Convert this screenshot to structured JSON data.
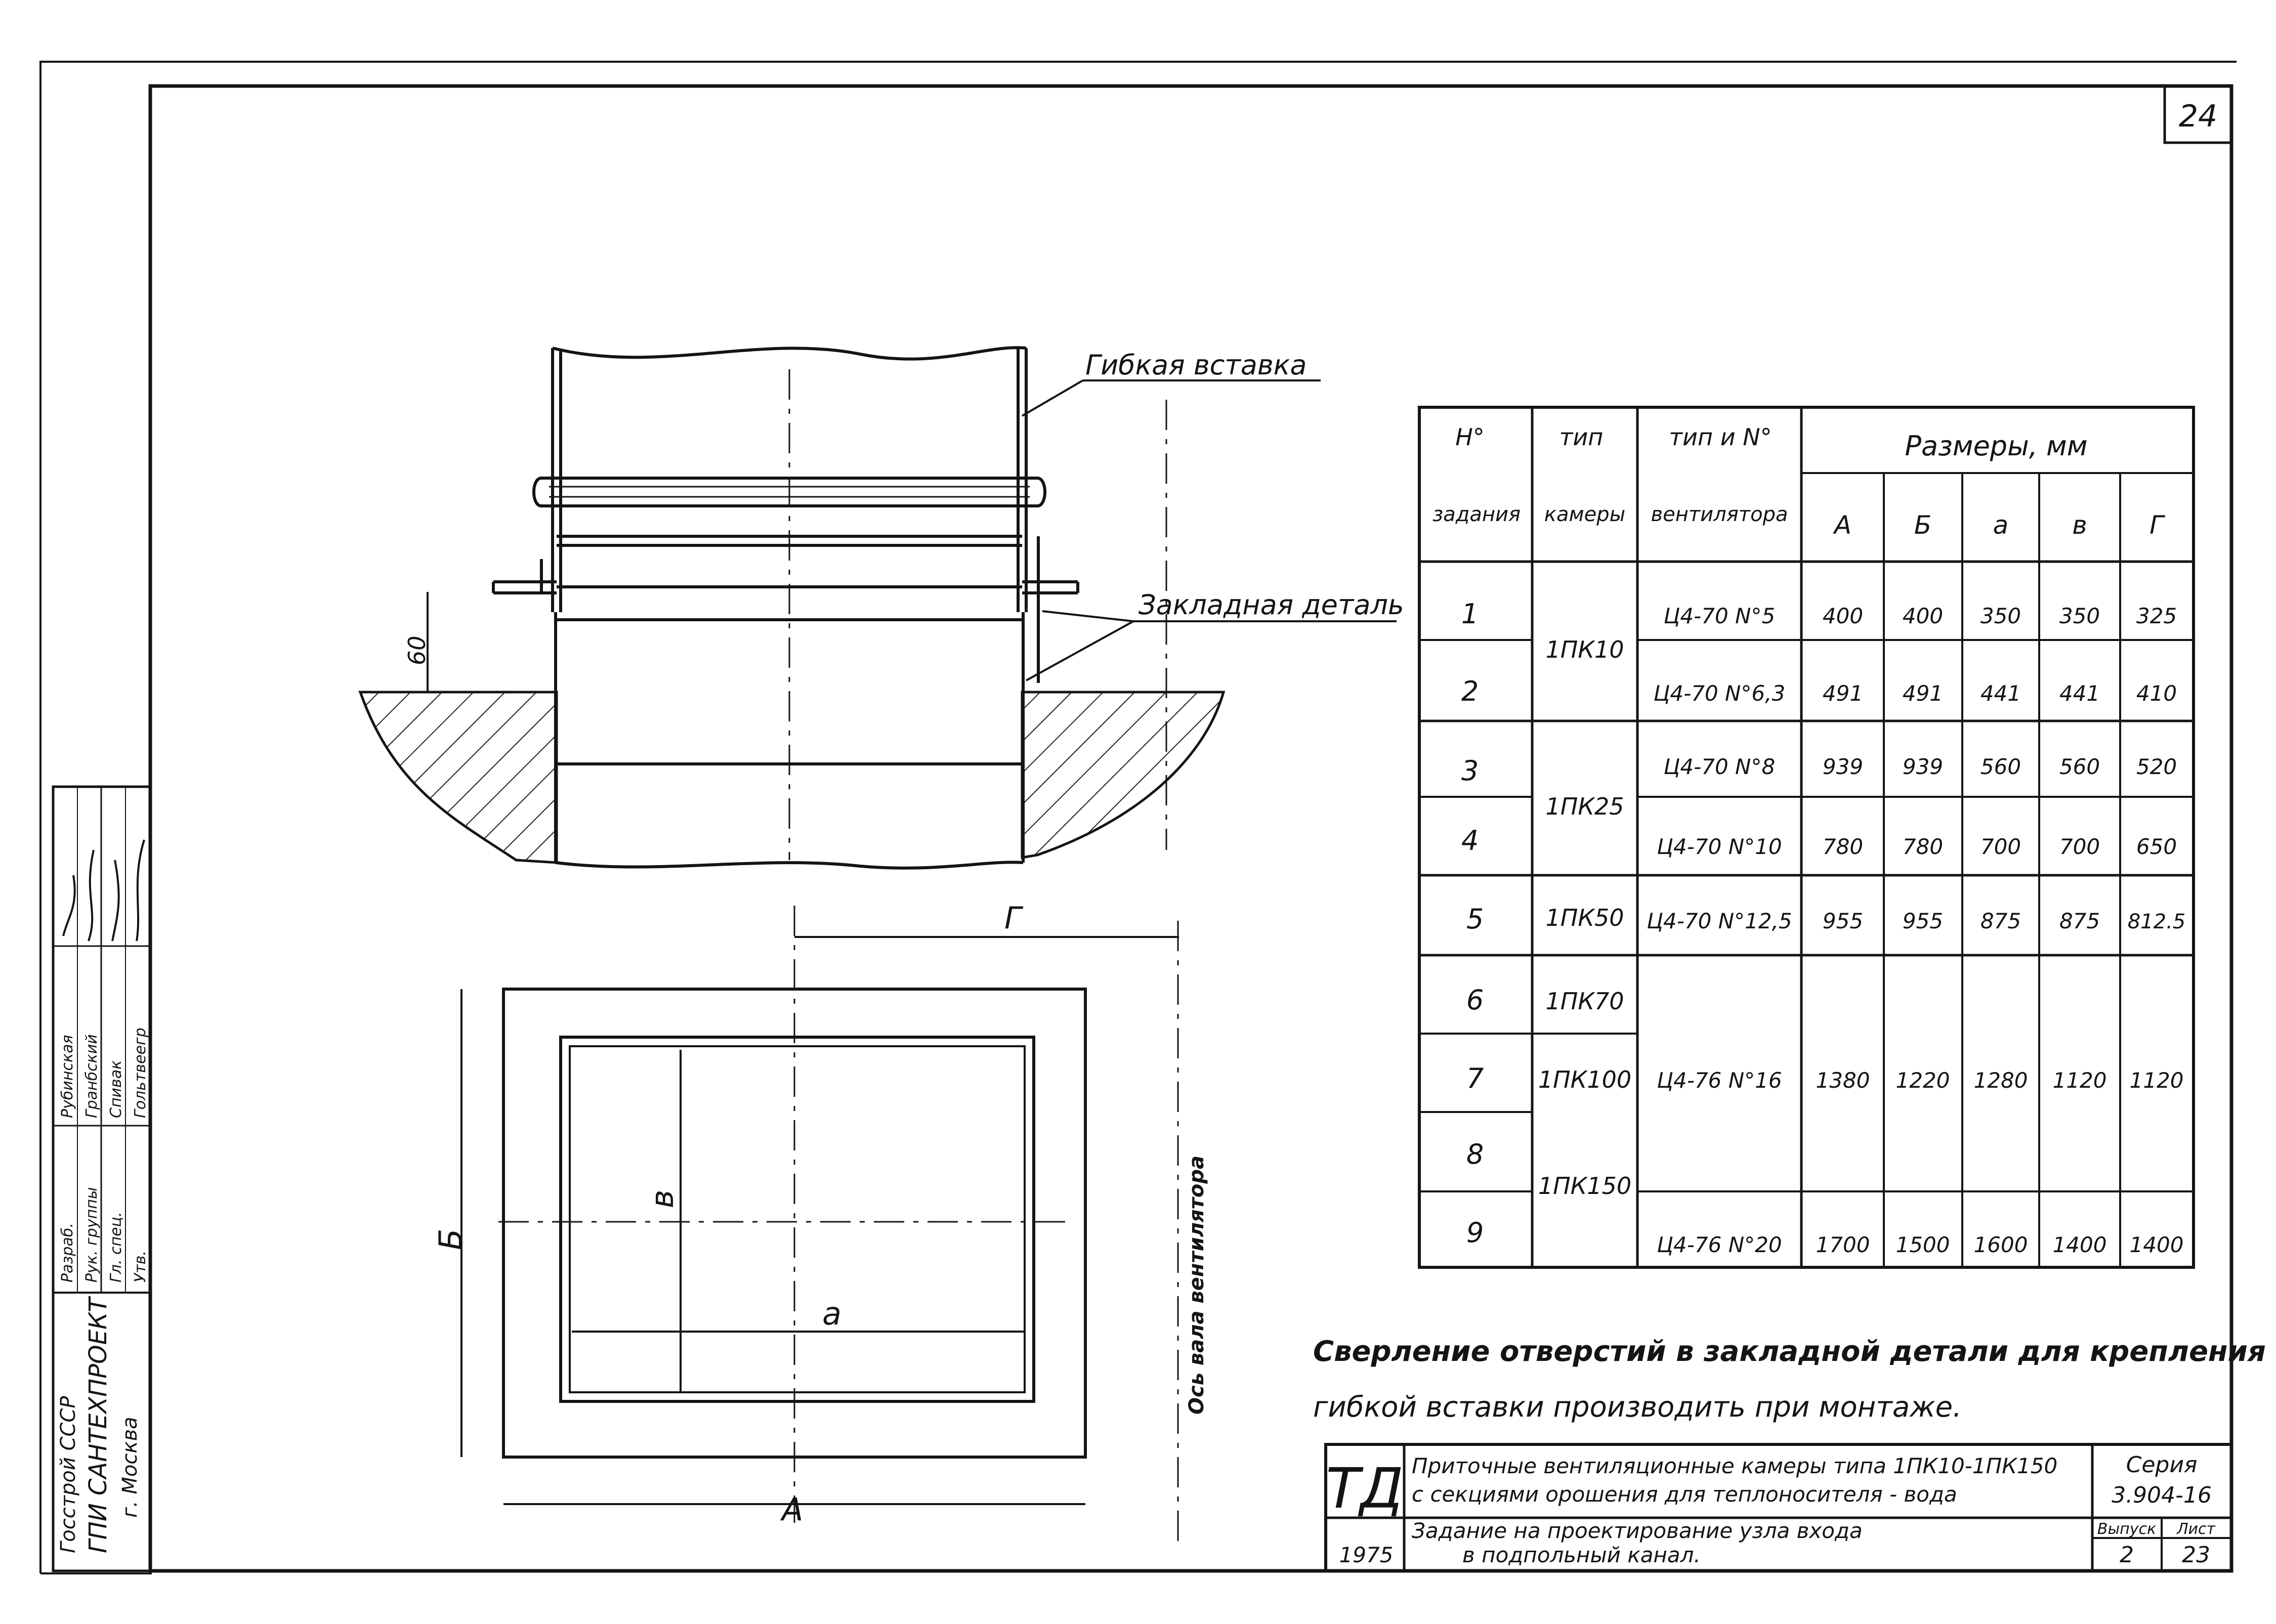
{
  "sheet_number": "24",
  "labels": {
    "flexible_insert": "Гибкая вставка",
    "embedded_part": "Закладная деталь",
    "dim_60": "60",
    "dim_G": "Г",
    "dim_B_cap": "Б",
    "dim_v": "в",
    "dim_a": "а",
    "dim_A": "А",
    "fan_axis": "Ось вала вентилятора"
  },
  "table": {
    "headers": {
      "no_1": "Н°",
      "no_2": "задания",
      "type_1": "тип",
      "type_2": "камеры",
      "fan_1": "тип и N°",
      "fan_2": "вентилятора",
      "sizes": "Размеры, мм",
      "A": "А",
      "B": "Б",
      "a": "а",
      "v": "в",
      "G": "Г"
    },
    "rows": [
      {
        "no": "1",
        "A": "400",
        "B": "400",
        "a": "350",
        "v": "350",
        "G": "325"
      },
      {
        "no": "2",
        "A": "491",
        "B": "491",
        "a": "441",
        "v": "441",
        "G": "410"
      },
      {
        "no": "3",
        "A": "939",
        "B": "939",
        "a": "560",
        "v": "560",
        "G": "520"
      },
      {
        "no": "4",
        "A": "780",
        "B": "780",
        "a": "700",
        "v": "700",
        "G": "650"
      },
      {
        "no": "5",
        "A": "955",
        "B": "955",
        "a": "875",
        "v": "875",
        "G": "812.5"
      },
      {
        "no": "6"
      },
      {
        "no": "7",
        "A": "1380",
        "B": "1220",
        "a": "1280",
        "v": "1120",
        "G": "1120"
      },
      {
        "no": "8"
      },
      {
        "no": "9",
        "A": "1700",
        "B": "1500",
        "a": "1600",
        "v": "1400",
        "G": "1400"
      }
    ],
    "camera_types": [
      "1ПК10",
      "1ПК25",
      "1ПК50",
      "1ПК70",
      "1ПК100",
      "1ПК150"
    ],
    "fans": [
      "Ц4-70 N°5",
      "Ц4-70 N°6,3",
      "Ц4-70 N°8",
      "Ц4-70 N°10",
      "Ц4-70 N°12,5",
      "Ц4-76 N°16",
      "Ц4-76 N°20"
    ]
  },
  "note": {
    "line1": "Сверление отверстий в закладной детали для крепления",
    "line2": "гибкой вставки производить при монтаже."
  },
  "stamp": {
    "td": "ТД",
    "title1": "Приточные вентиляционные камеры типа 1ПК10-1ПК150",
    "title2": "с секциями орошения для теплоносителя - вода",
    "sub1": "Задание на проектирование узла входа",
    "sub2": "в подпольный канал.",
    "year": "1975",
    "series_label": "Серия",
    "series": "3.904-16",
    "issue_label": "Выпуск",
    "issue": "2",
    "sheet_label": "Лист",
    "sheet": "23"
  },
  "side": {
    "org1": "Госстрой   СССР",
    "org2": "ГПИ САНТЕХПРОЕКТ",
    "org3": "г. Москва",
    "roles": [
      "Разраб.",
      "Рук. группы",
      "Гл. спец.",
      "Утв."
    ],
    "names": [
      "Рубинская",
      "Гранбский",
      "Спивак",
      "Гольтвеегр"
    ]
  }
}
